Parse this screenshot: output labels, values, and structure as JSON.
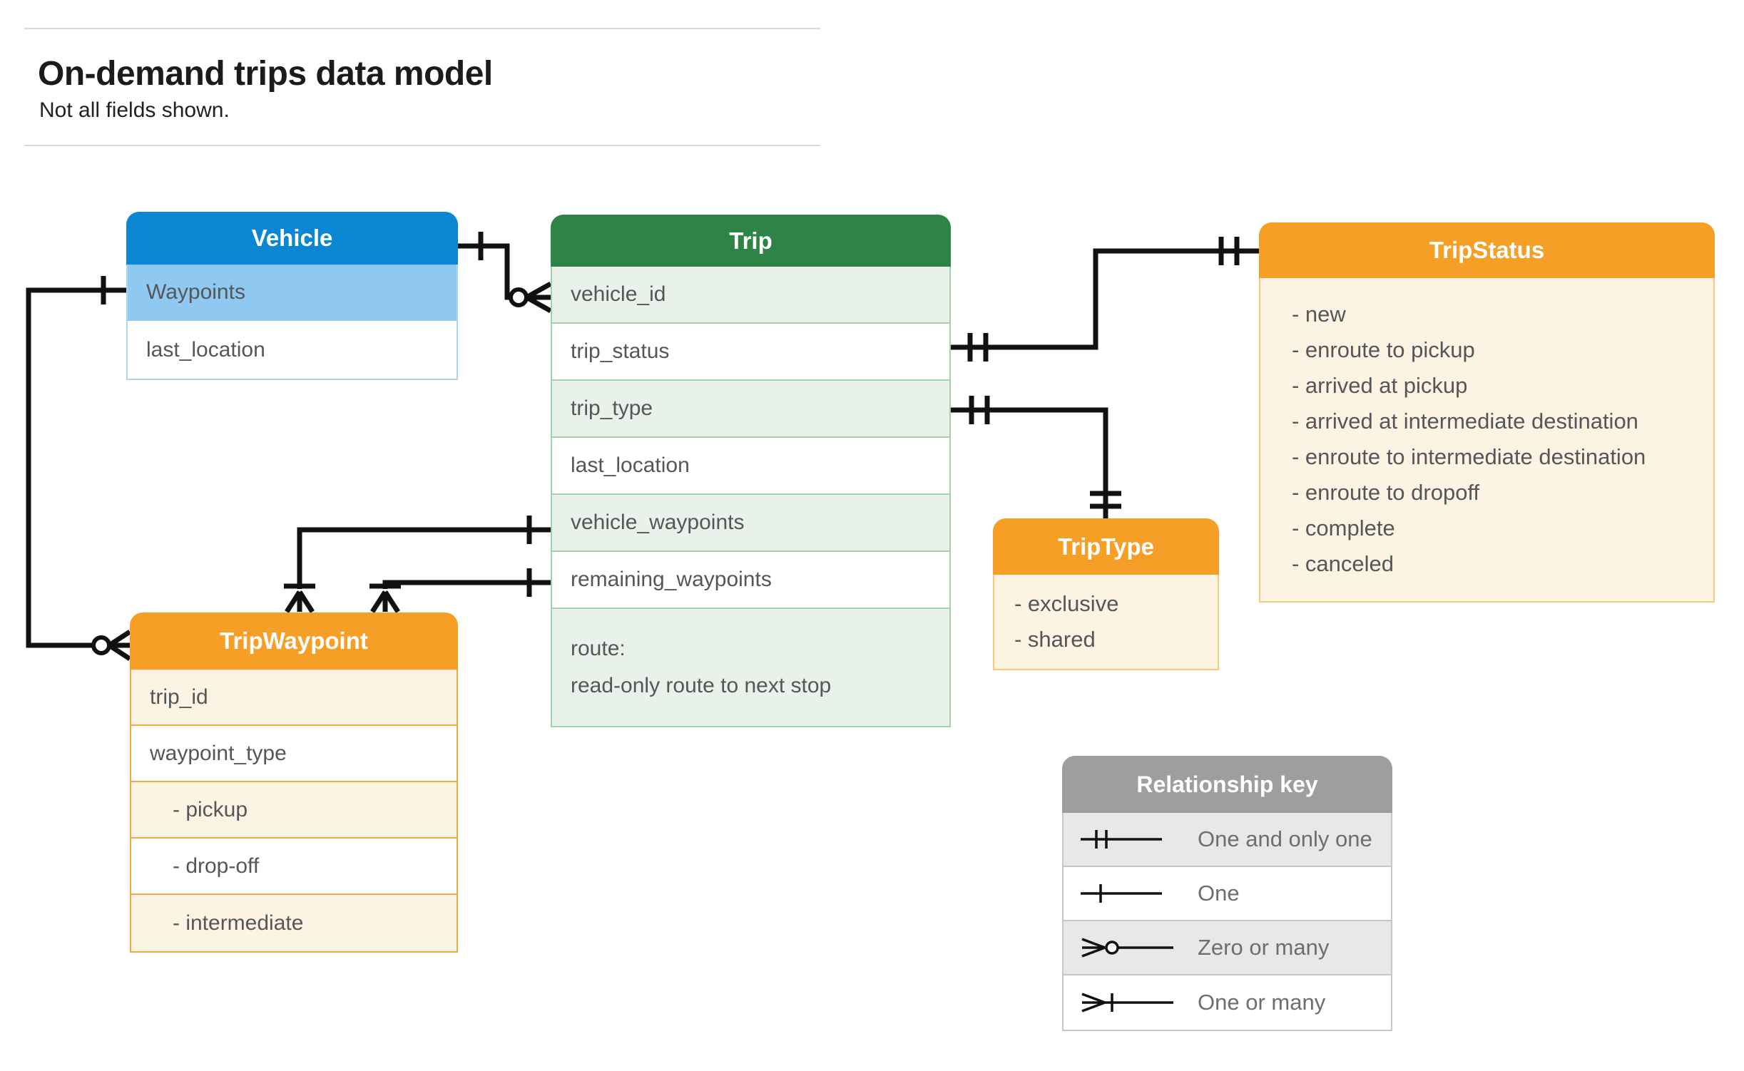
{
  "header": {
    "title": "On-demand trips data model",
    "subtitle": "Not all fields shown."
  },
  "entities": {
    "vehicle": {
      "title": "Vehicle",
      "rows": [
        "Waypoints",
        "last_location"
      ]
    },
    "trip": {
      "title": "Trip",
      "rows": [
        "vehicle_id",
        "trip_status",
        "trip_type",
        "last_location",
        "vehicle_waypoints",
        "remaining_waypoints"
      ],
      "route_row": {
        "line1": "route:",
        "line2": "read-only route to next stop"
      }
    },
    "trip_status": {
      "title": "TripStatus",
      "items": [
        "- new",
        "- enroute to pickup",
        "- arrived at pickup",
        "- arrived at intermediate destination",
        "- enroute to intermediate destination",
        "- enroute to dropoff",
        "- complete",
        "- canceled"
      ]
    },
    "trip_type": {
      "title": "TripType",
      "items": [
        "- exclusive",
        "- shared"
      ]
    },
    "trip_waypoint": {
      "title": "TripWaypoint",
      "rows": [
        "trip_id",
        "waypoint_type",
        "- pickup",
        "- drop-off",
        "- intermediate"
      ]
    }
  },
  "legend": {
    "title": "Relationship key",
    "rows": [
      {
        "symbol": "one-and-only-one",
        "label": "One and only one"
      },
      {
        "symbol": "one",
        "label": "One"
      },
      {
        "symbol": "zero-or-many",
        "label": "Zero or many"
      },
      {
        "symbol": "one-or-many",
        "label": "One or many"
      }
    ]
  },
  "relationships": [
    {
      "from": "Vehicle",
      "to": "Trip.vehicle_id",
      "from_cardinality": "one",
      "to_cardinality": "zero-or-many"
    },
    {
      "from": "Vehicle.Waypoints",
      "to": "TripWaypoint",
      "from_cardinality": "one",
      "to_cardinality": "zero-or-many"
    },
    {
      "from": "Trip.vehicle_waypoints",
      "to": "TripWaypoint",
      "from_cardinality": "one",
      "to_cardinality": "one-or-many"
    },
    {
      "from": "Trip.remaining_waypoints",
      "to": "TripWaypoint",
      "from_cardinality": "one",
      "to_cardinality": "one-or-many"
    },
    {
      "from": "Trip.trip_status",
      "to": "TripStatus",
      "from_cardinality": "one-and-only-one",
      "to_cardinality": "one-and-only-one"
    },
    {
      "from": "Trip.trip_type",
      "to": "TripType",
      "from_cardinality": "one-and-only-one",
      "to_cardinality": "one-and-only-one"
    }
  ],
  "colors": {
    "vehicle_header": "#0a86d3",
    "vehicle_row_tint": "#8fc9f2",
    "trip_header": "#2e8446",
    "trip_row_tint": "#e8f2ea",
    "orange_header": "#f59f26",
    "orange_row_tint": "#fdf3e2",
    "legend_header": "#9e9e9e",
    "legend_row_tint": "#e8e8e8",
    "connector": "#111111"
  }
}
